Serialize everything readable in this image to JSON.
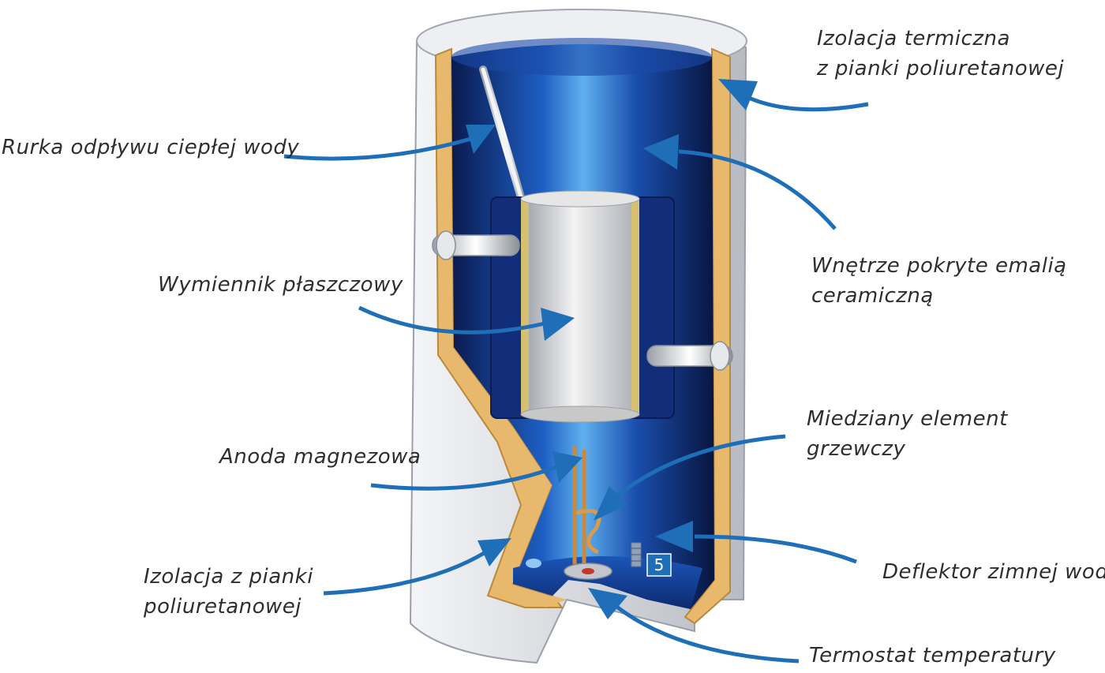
{
  "colors": {
    "arrow": "#1f6fb8",
    "foam": "#e8b86d",
    "shell": "#d9dadf",
    "tank_dark": "#0c1f5c",
    "tank_mid": "#1e5fc4",
    "tank_light": "#5fb0ee",
    "exchanger": "#dcdcdc",
    "copper": "#c98a3c"
  },
  "labels": {
    "insulation_top": [
      "Izolacja termiczna",
      "z pianki poliuretanowej"
    ],
    "hot_pipe": [
      "Rurka odpływu ciepłej wody"
    ],
    "enamel": [
      "Wnętrze pokryte emalią",
      "ceramiczną"
    ],
    "exchanger": [
      "Wymiennik płaszczowy"
    ],
    "copper_element": [
      "Miedziany element",
      "grzewczy"
    ],
    "anode": [
      "Anoda magnezowa"
    ],
    "deflector": [
      "Deflektor zimnej wody"
    ],
    "insulation_bottom": [
      "Izolacja z pianki",
      "poliuretanowej"
    ],
    "thermostat": [
      "Termostat temperatury"
    ]
  },
  "badge": "5",
  "icons": [
    "arrow-icon"
  ]
}
